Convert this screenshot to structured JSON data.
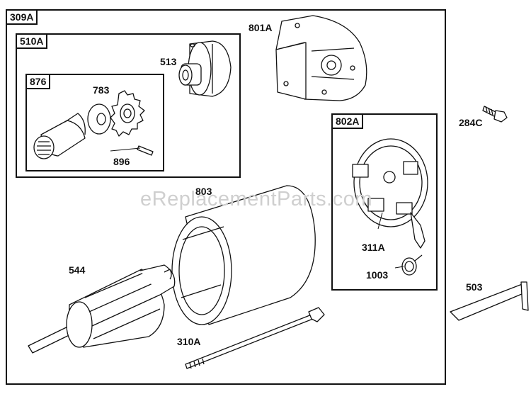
{
  "watermark": "eReplacementParts.com",
  "groups": {
    "g309A": "309A",
    "g510A": "510A",
    "g876": "876",
    "g802A": "802A"
  },
  "parts": {
    "p513": "513",
    "p783": "783",
    "p896": "896",
    "p801A": "801A",
    "p284C": "284C",
    "p803": "803",
    "p544": "544",
    "p310A": "310A",
    "p311A": "311A",
    "p1003": "1003",
    "p503": "503"
  }
}
